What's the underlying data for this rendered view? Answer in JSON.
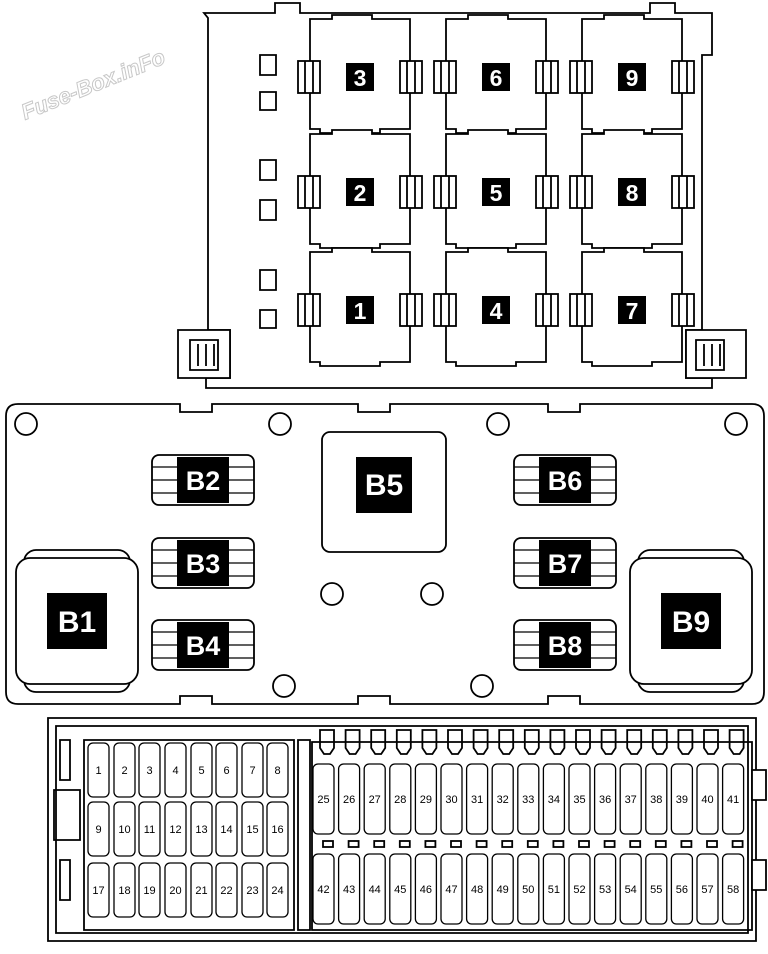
{
  "watermark": "Fuse-Box.inFo",
  "relays_top": [
    "1",
    "2",
    "3",
    "4",
    "5",
    "6",
    "7",
    "8",
    "9"
  ],
  "relays_middle": [
    "B1",
    "B2",
    "B3",
    "B4",
    "B5",
    "B6",
    "B7",
    "B8",
    "B9"
  ],
  "fuses": [
    "1",
    "2",
    "3",
    "4",
    "5",
    "6",
    "7",
    "8",
    "9",
    "10",
    "11",
    "12",
    "13",
    "14",
    "15",
    "16",
    "17",
    "18",
    "19",
    "20",
    "21",
    "22",
    "23",
    "24",
    "25",
    "26",
    "27",
    "28",
    "29",
    "30",
    "31",
    "32",
    "33",
    "34",
    "35",
    "36",
    "37",
    "38",
    "39",
    "40",
    "41",
    "42",
    "43",
    "44",
    "45",
    "46",
    "47",
    "48",
    "49",
    "50",
    "51",
    "52",
    "53",
    "54",
    "55",
    "56",
    "57",
    "58"
  ]
}
